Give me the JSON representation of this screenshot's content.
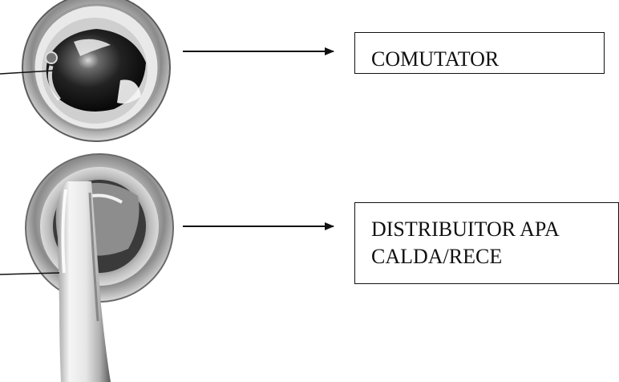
{
  "labels": {
    "comutator": "COMUTATOR",
    "distribuitor_line1": "DISTRIBUITOR APA",
    "distribuitor_line2": "CALDA/RECE"
  },
  "colors": {
    "ink": "#111111",
    "chrome_dark": "#1a1a1a",
    "chrome_light": "#f2f2f2"
  },
  "icons": [
    "switch-knob-icon",
    "mixer-lever-icon",
    "arrow-right-icon"
  ]
}
